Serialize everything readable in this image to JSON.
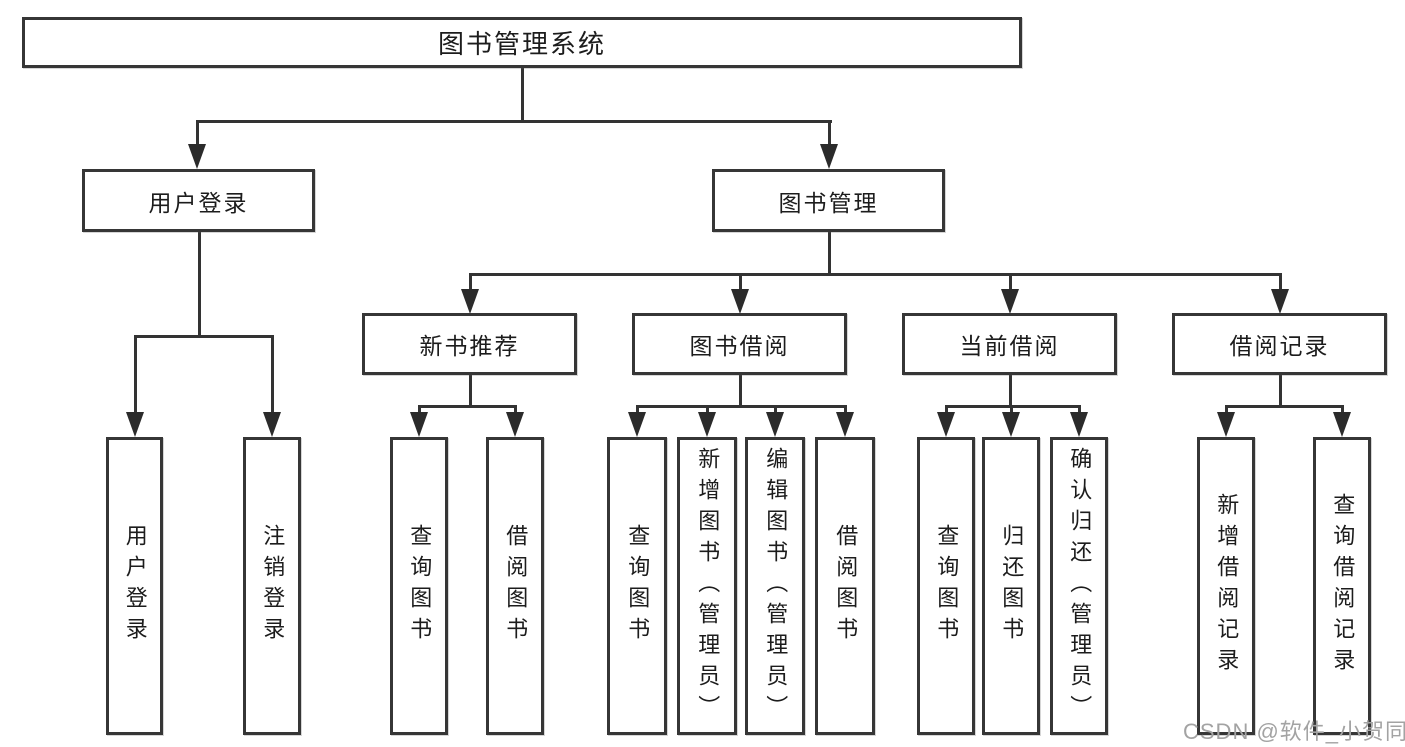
{
  "tree": {
    "root": "图书管理系统",
    "children": [
      {
        "label": "用户登录",
        "children": [
          "用户登录",
          "注销登录"
        ]
      },
      {
        "label": "图书管理",
        "children": [
          {
            "label": "新书推荐",
            "children": [
              "查询图书",
              "借阅图书"
            ]
          },
          {
            "label": "图书借阅",
            "children": [
              "查询图书",
              "新增图书（管理员）",
              "编辑图书（管理员）",
              "借阅图书"
            ]
          },
          {
            "label": "当前借阅",
            "children": [
              "查询图书",
              "归还图书",
              "确认归还（管理员）"
            ]
          },
          {
            "label": "借阅记录",
            "children": [
              "新增借阅记录",
              "查询借阅记录"
            ]
          }
        ]
      }
    ]
  },
  "watermark": "CSDN @软件_小贺同学",
  "colors": {
    "line": "#333333",
    "border": "#363636",
    "text": "#1c1c1c",
    "watermark": "#a3a3a3",
    "background": "#ffffff"
  }
}
